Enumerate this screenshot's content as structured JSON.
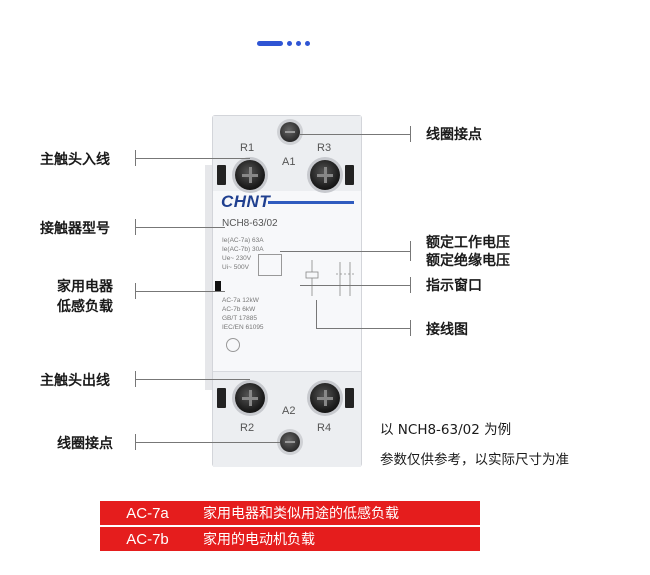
{
  "device": {
    "brand": "CHNT",
    "model": "NCH8-63/02",
    "terminals": {
      "r1": "R1",
      "r3": "R3",
      "a1": "A1",
      "a2": "A2",
      "r2": "R2",
      "r4": "R4"
    },
    "spec_lines": [
      "Ie(AC-7a)   63A",
      "Ie(AC-7b)   30A",
      "Ue~   230V",
      "Ui~   500V"
    ],
    "rating_lines": [
      "AC-7a   12kW",
      "AC-7b   6kW",
      "GB/T 17885",
      "IEC/EN 61095"
    ]
  },
  "callouts": {
    "coil_top": "线圈接点",
    "main_in": "主触头入线",
    "model": "接触器型号",
    "rated_voltage": "额定工作电压",
    "insulation_voltage": "额定绝缘电压",
    "household_1": "家用电器",
    "household_2": "低感负载",
    "indicator": "指示窗口",
    "wiring": "接线图",
    "main_out": "主触头出线",
    "coil_bottom": "线圈接点"
  },
  "notes": {
    "example": "以 NCH8-63/02 为例",
    "reference": "参数仅供参考，以实际尺寸为准"
  },
  "legend": [
    {
      "code": "AC-7a",
      "desc": "家用电器和类似用途的低感负载"
    },
    {
      "code": "AC-7b",
      "desc": "家用的电动机负载"
    }
  ],
  "colors": {
    "accent": "#2f55d4",
    "banner": "#e51d1d",
    "brand": "#1f3f8f"
  }
}
